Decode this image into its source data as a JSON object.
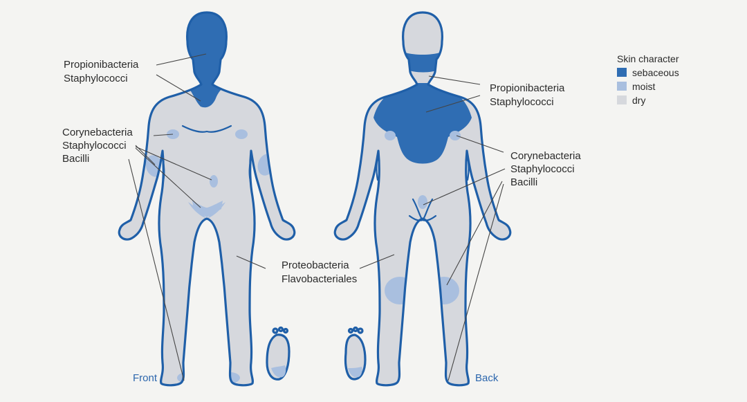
{
  "colors": {
    "sebaceous": "#2f6db3",
    "moist": "#a9bfdf",
    "dry": "#d6d8dd",
    "outline": "#1f5fa8",
    "view_label": "#2c66ad"
  },
  "legend": {
    "title": "Skin character",
    "items": [
      {
        "label": "sebaceous",
        "color": "#2f6db3"
      },
      {
        "label": "moist",
        "color": "#a9bfdf"
      },
      {
        "label": "dry",
        "color": "#d6d8dd"
      }
    ]
  },
  "views": {
    "front": "Front",
    "back": "Back"
  },
  "front_labels": {
    "head": [
      "Propionibacteria",
      "Staphylococci"
    ],
    "folds": [
      "Corynebacteria",
      "Staphylococci",
      "Bacilli"
    ],
    "legs": [
      "Proteobacteria",
      "Flavobacteriales"
    ]
  },
  "back_labels": {
    "upper_back": [
      "Propionibacteria",
      "Staphylococci"
    ],
    "folds": [
      "Corynebacteria",
      "Staphylococci",
      "Bacilli"
    ]
  }
}
